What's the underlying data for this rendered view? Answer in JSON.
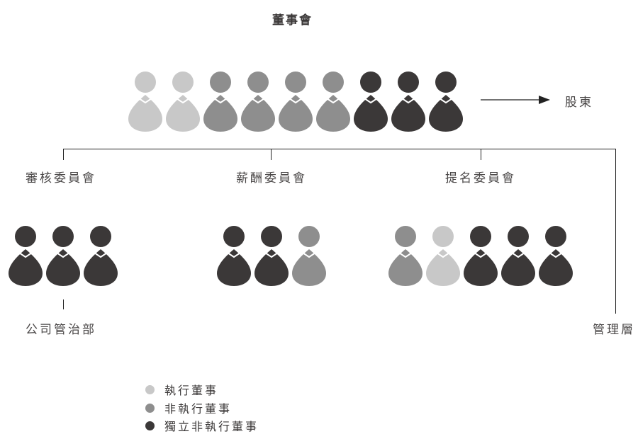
{
  "title": "董事會",
  "shareholders": "股東",
  "committees": [
    {
      "name": "審核委員會",
      "members": [
        "independent",
        "independent",
        "independent"
      ]
    },
    {
      "name": "薪酬委員會",
      "members": [
        "independent",
        "independent",
        "non_executive"
      ]
    },
    {
      "name": "提名委員會",
      "members": [
        "non_executive",
        "executive",
        "independent",
        "independent",
        "independent"
      ]
    }
  ],
  "board": {
    "members": [
      "executive",
      "executive",
      "non_executive",
      "non_executive",
      "non_executive",
      "non_executive",
      "independent",
      "independent",
      "independent"
    ]
  },
  "corporate_governance": "公司管治部",
  "management": "管理層",
  "legend": [
    {
      "key": "executive",
      "label": "執行董事",
      "color": "#c8c8c8"
    },
    {
      "key": "non_executive",
      "label": "非執行董事",
      "color": "#8e8e8e"
    },
    {
      "key": "independent",
      "label": "獨立非執行董事",
      "color": "#3b3838"
    }
  ]
}
